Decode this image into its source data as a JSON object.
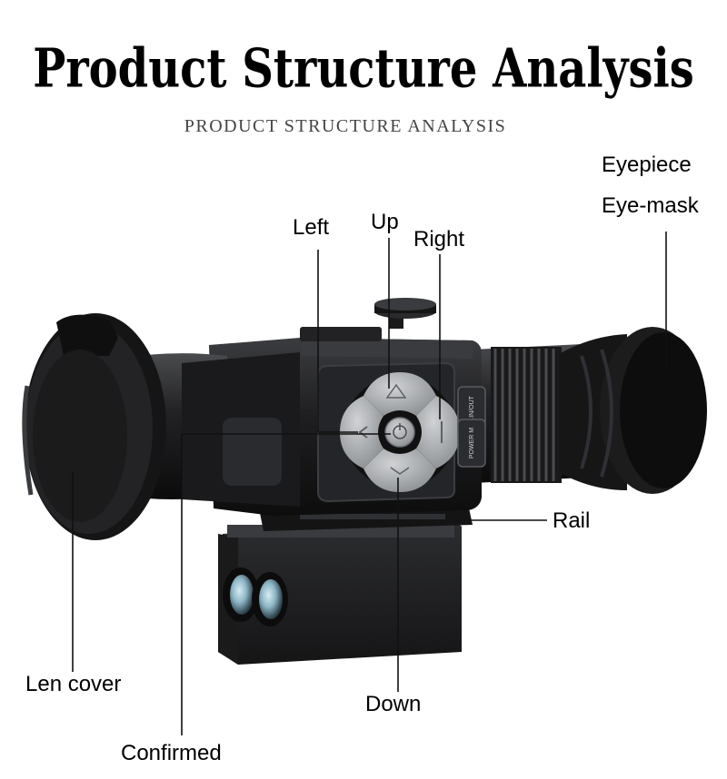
{
  "header": {
    "title": "Product Structure Analysis",
    "subtitle": "PRODUCT STRUCTURE ANALYSIS"
  },
  "labels": {
    "eyepiece": "Eyepiece",
    "eye_mask": "Eye-mask",
    "left": "Left",
    "up": "Up",
    "right": "Right",
    "rail": "Rail",
    "len_cover": "Len cover",
    "down": "Down",
    "confirmed": "Confirmed"
  },
  "device_markings": {
    "zoom_button": "Z.IN/OUT",
    "power_button": "POWER M"
  },
  "colors": {
    "body": "#1e1e20",
    "highlight": "#4a4b4e",
    "button": "#a3a5a8",
    "leader_line": "#111111",
    "lens_glass": "#8fb6c6"
  }
}
